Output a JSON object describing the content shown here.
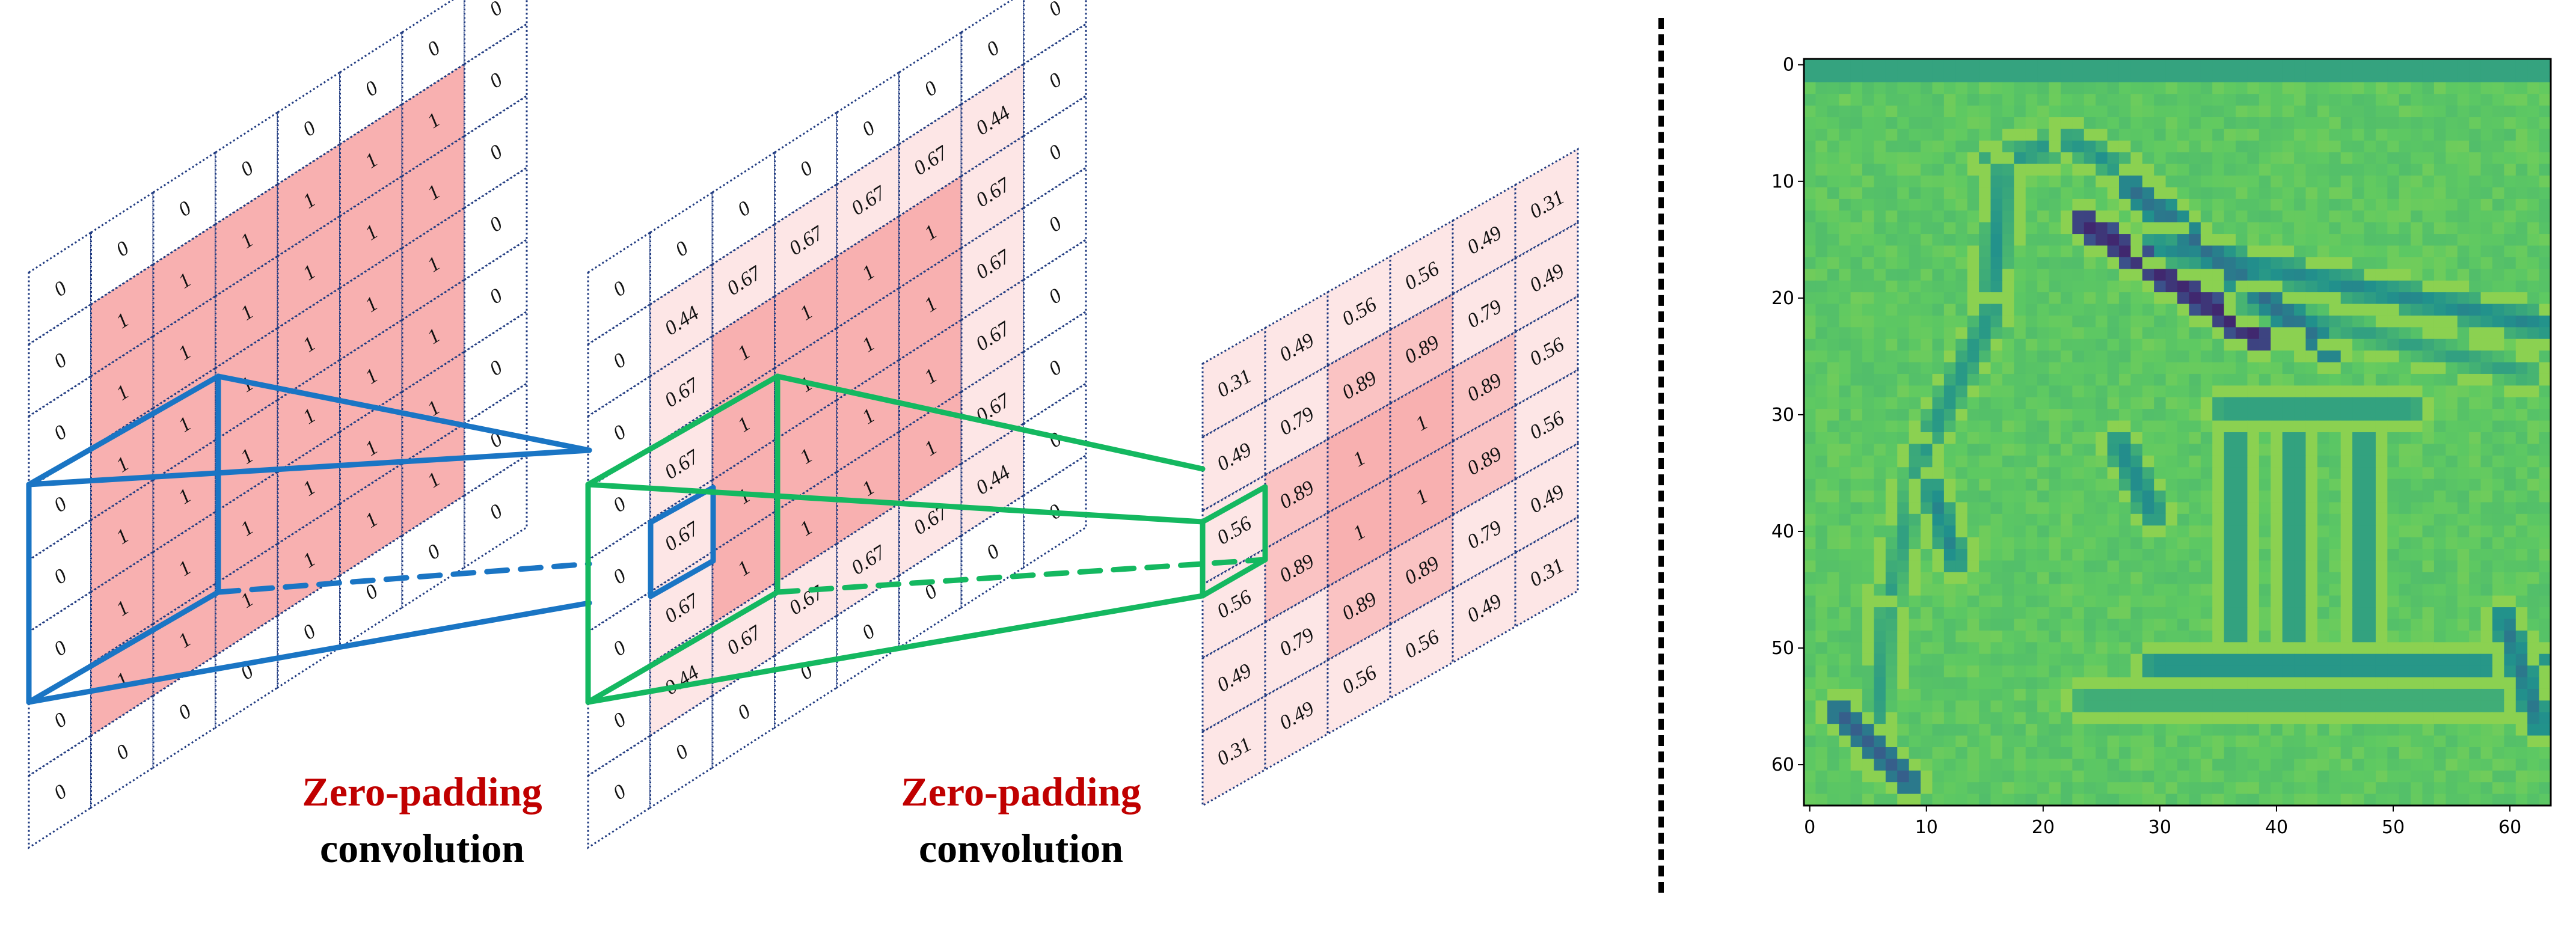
{
  "colors": {
    "ones_fill": "#f8b0b0",
    "faint_fill": "#fde6e6",
    "mid_fill": "#fac3c3",
    "grid_line": "#1f3a80",
    "blue_frustum": "#1a75c4",
    "green_frustum": "#14b860",
    "caption_red": "#c00000",
    "caption_black": "#000000"
  },
  "grids": [
    {
      "id": "input",
      "rows": [
        [
          "0",
          "0",
          "0",
          "0",
          "0",
          "0",
          "0",
          "0"
        ],
        [
          "0",
          "1",
          "1",
          "1",
          "1",
          "1",
          "1",
          "0"
        ],
        [
          "0",
          "1",
          "1",
          "1",
          "1",
          "1",
          "1",
          "0"
        ],
        [
          "0",
          "1",
          "1",
          "1",
          "1",
          "1",
          "1",
          "0"
        ],
        [
          "0",
          "1",
          "1",
          "1",
          "1",
          "1",
          "1",
          "0"
        ],
        [
          "0",
          "1",
          "1",
          "1",
          "1",
          "1",
          "1",
          "0"
        ],
        [
          "0",
          "1",
          "1",
          "1",
          "1",
          "1",
          "1",
          "0"
        ],
        [
          "0",
          "0",
          "0",
          "0",
          "0",
          "0",
          "0",
          "0"
        ]
      ]
    },
    {
      "id": "middle",
      "rows": [
        [
          "0",
          "0",
          "0",
          "0",
          "0",
          "0",
          "0",
          "0"
        ],
        [
          "0",
          "0.44",
          "0.67",
          "0.67",
          "0.67",
          "0.67",
          "0.44",
          "0"
        ],
        [
          "0",
          "0.67",
          "1",
          "1",
          "1",
          "1",
          "0.67",
          "0"
        ],
        [
          "0",
          "0.67",
          "1",
          "1",
          "1",
          "1",
          "0.67",
          "0"
        ],
        [
          "0",
          "0.67",
          "1",
          "1",
          "1",
          "1",
          "0.67",
          "0"
        ],
        [
          "0",
          "0.67",
          "1",
          "1",
          "1",
          "1",
          "0.67",
          "0"
        ],
        [
          "0",
          "0.44",
          "0.67",
          "0.67",
          "0.67",
          "0.67",
          "0.44",
          "0"
        ],
        [
          "0",
          "0",
          "0",
          "0",
          "0",
          "0",
          "0",
          "0"
        ]
      ]
    },
    {
      "id": "output",
      "rows": [
        [
          "0.31",
          "0.49",
          "0.56",
          "0.56",
          "0.49",
          "0.31"
        ],
        [
          "0.49",
          "0.79",
          "0.89",
          "0.89",
          "0.79",
          "0.49"
        ],
        [
          "0.56",
          "0.89",
          "1",
          "1",
          "0.89",
          "0.56"
        ],
        [
          "0.56",
          "0.89",
          "1",
          "1",
          "0.89",
          "0.56"
        ],
        [
          "0.49",
          "0.79",
          "0.89",
          "0.89",
          "0.79",
          "0.49"
        ],
        [
          "0.31",
          "0.49",
          "0.56",
          "0.56",
          "0.49",
          "0.31"
        ]
      ]
    }
  ],
  "captions": [
    {
      "line1": "Zero-padding",
      "line2": "convolution"
    },
    {
      "line1": "Zero-padding",
      "line2": "convolution"
    }
  ],
  "heatmap": {
    "x_ticks": [
      "0",
      "10",
      "20",
      "30",
      "40",
      "50",
      "60"
    ],
    "y_ticks": [
      "0",
      "10",
      "20",
      "30",
      "40",
      "50",
      "60"
    ]
  }
}
